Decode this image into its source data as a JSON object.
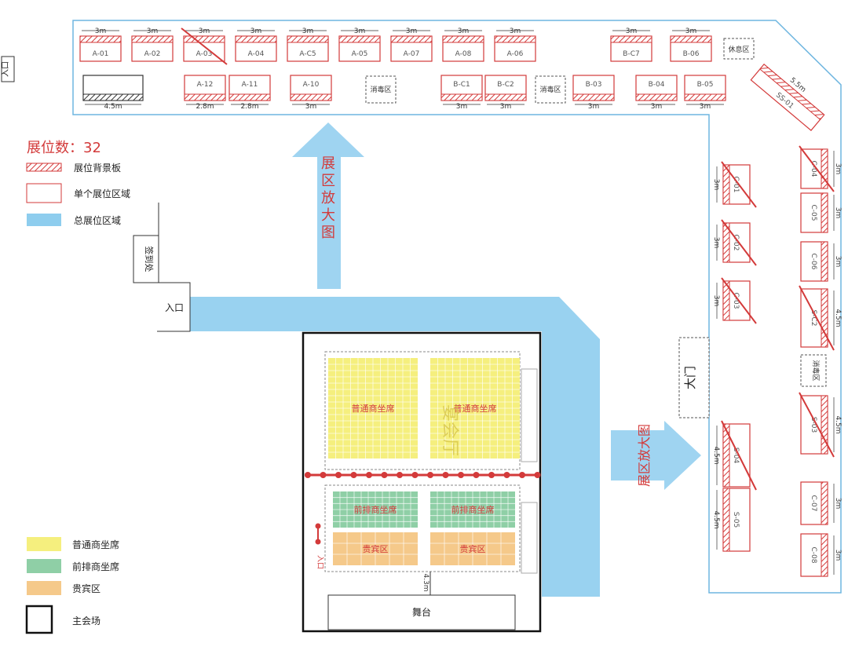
{
  "legend": {
    "booth_count": "展位数：32",
    "backboard": "展位背景板",
    "single_area": "单个展位区域",
    "total_area": "总展位区域",
    "normal_seats": "普通商坐席",
    "front_seats": "前排商坐席",
    "vip_area": "贵宾区",
    "main_venue": "主会场"
  },
  "labels": {
    "entrance_vertical": "入口",
    "entrance": "入口",
    "signin": "签到处",
    "main_gate": "大门",
    "zoom_up": "展区放大图",
    "zoom_right": "展区放大图",
    "hall": "宴会厅",
    "stage": "舞台",
    "stage_gap": "4.3m",
    "rest_area": "休息区",
    "disinfect": "消毒区",
    "aisle": "入口"
  },
  "seating": {
    "normal_left": "普通商坐席",
    "normal_right": "普通商坐席",
    "front_left": "前排商坐席",
    "front_right": "前排商坐席",
    "vip_left": "贵宾区",
    "vip_right": "贵宾区"
  },
  "booths": {
    "top_row": [
      {
        "id": "A-01",
        "dim": "3m",
        "crossed": false
      },
      {
        "id": "A-02",
        "dim": "3m",
        "crossed": false
      },
      {
        "id": "A-03",
        "dim": "3m",
        "crossed": true
      },
      {
        "id": "A-04",
        "dim": "3m",
        "crossed": false
      },
      {
        "id": "A-C5",
        "dim": "3m",
        "crossed": false
      },
      {
        "id": "A-05",
        "dim": "3m",
        "crossed": false
      },
      {
        "id": "A-07",
        "dim": "3m",
        "crossed": false
      },
      {
        "id": "A-08",
        "dim": "3m",
        "crossed": false
      },
      {
        "id": "A-06",
        "dim": "3m",
        "crossed": false
      },
      {
        "id": "B-C7",
        "dim": "3m",
        "crossed": false
      },
      {
        "id": "B-06",
        "dim": "3m",
        "crossed": false
      }
    ],
    "second_row": [
      {
        "id": "",
        "dim": "4.5m"
      },
      {
        "id": "A-12",
        "dim": "2.8m"
      },
      {
        "id": "A-11",
        "dim": "2.8m"
      },
      {
        "id": "A-10",
        "dim": "3m"
      },
      {
        "id": "B-C1",
        "dim": "3m"
      },
      {
        "id": "B-C2",
        "dim": "3m"
      },
      {
        "id": "B-03",
        "dim": "3m"
      },
      {
        "id": "B-04",
        "dim": "3m"
      },
      {
        "id": "B-05",
        "dim": "3m"
      }
    ],
    "diagonal": {
      "id": "SS-01",
      "dim": "5.5m"
    },
    "col_left": [
      {
        "id": "C-01",
        "dim": "3m"
      },
      {
        "id": "C-02",
        "dim": "3m"
      },
      {
        "id": "C-03",
        "dim": "3m"
      },
      {
        "id": "S-04",
        "dim": "4.5m"
      },
      {
        "id": "S-05",
        "dim": "4.5m"
      }
    ],
    "col_right": [
      {
        "id": "C-04",
        "dim": "3m"
      },
      {
        "id": "C-05",
        "dim": "3m"
      },
      {
        "id": "C-06",
        "dim": "3m"
      },
      {
        "id": "S-C2",
        "dim": "4.5m"
      },
      {
        "id": "S-03",
        "dim": "4.5m"
      },
      {
        "id": "C-07",
        "dim": "3m"
      },
      {
        "id": "C-08",
        "dim": "3m"
      }
    ]
  },
  "colors": {
    "red": "#d33a3a",
    "blue": "#8ecdee",
    "yellow": "#f5ef7e",
    "green": "#8fcfa6",
    "orange": "#f5c98a"
  }
}
